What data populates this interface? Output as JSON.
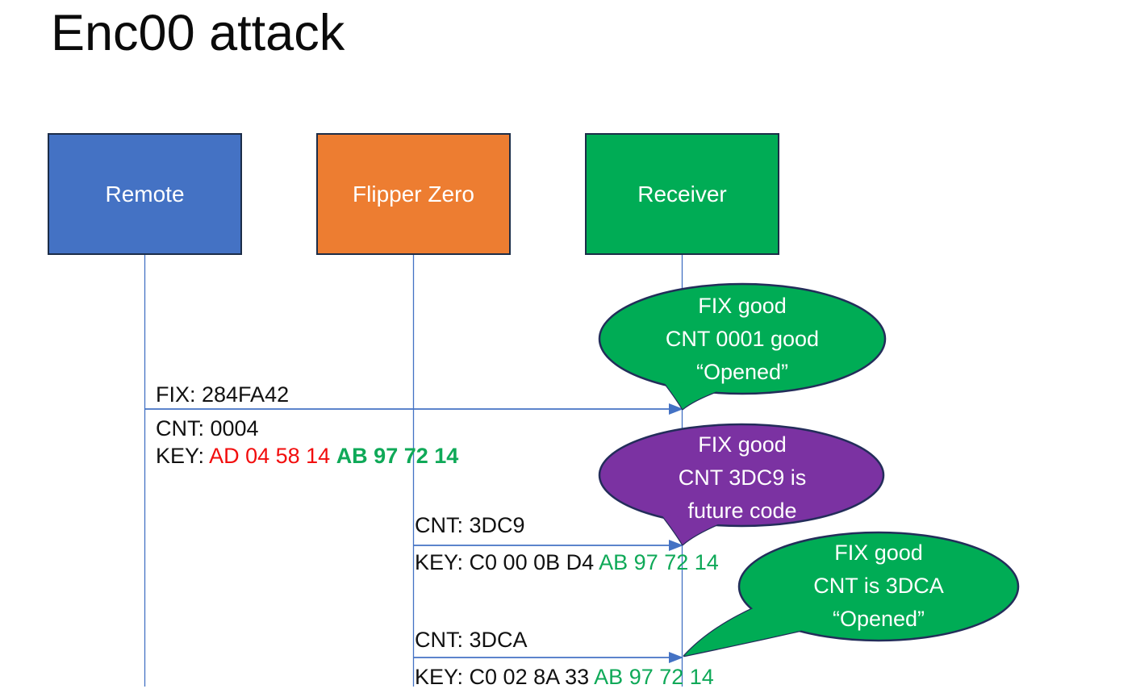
{
  "title": "Enc00 attack",
  "actors": [
    {
      "id": "remote",
      "label": "Remote",
      "fill": "#4472C4"
    },
    {
      "id": "flipper-zero",
      "label": "Flipper Zero",
      "fill": "#ED7D31"
    },
    {
      "id": "receiver",
      "label": "Receiver",
      "fill": "#00AC55"
    }
  ],
  "messages": [
    {
      "from": "Remote",
      "to": "Receiver",
      "fix": "FIX: 284FA42",
      "cnt": "CNT: 0004",
      "key_label": "KEY: ",
      "key_red": "AD 04 58 14 ",
      "key_green": "AB 97 72 14"
    },
    {
      "from": "Flipper Zero",
      "to": "Receiver",
      "cnt": "CNT: 3DC9",
      "key_black": "KEY: C0 00 0B D4 ",
      "key_green": "AB 97 72 14"
    },
    {
      "from": "Flipper Zero",
      "to": "Receiver",
      "cnt": "CNT: 3DCA",
      "key_black": "KEY: C0 02 8A 33 ",
      "key_green": "AB 97 72 14"
    }
  ],
  "callouts": [
    {
      "color": "#00AC55",
      "lines": [
        "FIX good",
        "CNT 0001 good",
        "“Opened”"
      ]
    },
    {
      "color": "#7B32A2",
      "lines": [
        "FIX good",
        "CNT 3DC9 is",
        "future code"
      ]
    },
    {
      "color": "#00AC55",
      "lines": [
        "FIX good",
        "CNT is 3DCA",
        "“Opened”"
      ]
    }
  ],
  "colors": {
    "actor_blue": "#4472C4",
    "actor_orange": "#ED7D31",
    "actor_green": "#00AC55",
    "callout_purple": "#7B32A2",
    "outline_navy": "#232D5A",
    "box_border_navy": "#1C2D48",
    "arrow_blue": "#4472C4",
    "key_red": "#F20D0D",
    "key_green": "#0FA958"
  }
}
